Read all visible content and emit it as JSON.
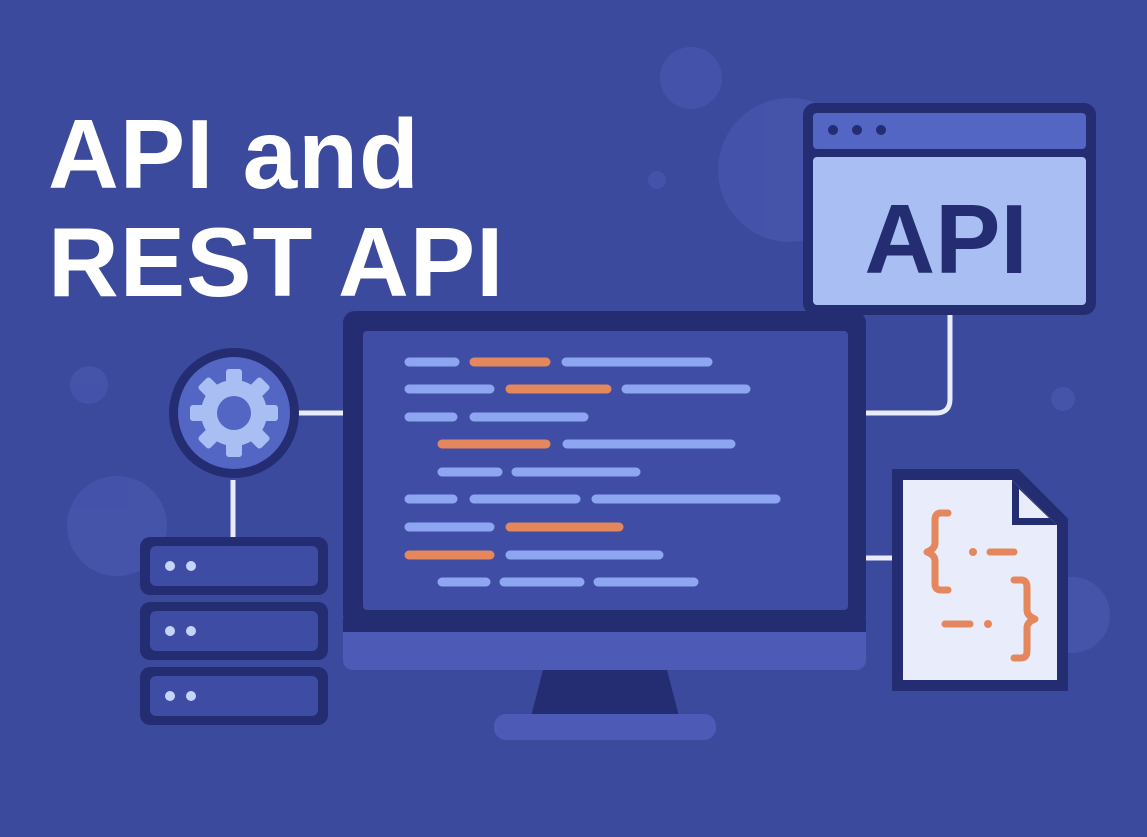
{
  "headline": {
    "line1": "API and",
    "line2": "REST API"
  },
  "api_window": {
    "label": "API"
  },
  "icons": {
    "gear": "gear-icon",
    "servers": "server-stack-icon",
    "json_file": "json-document-icon",
    "monitor": "monitor-icon",
    "browser": "browser-window-icon"
  },
  "colors": {
    "background": "#3c4a9d",
    "outline": "#242d72",
    "code_blue": "#8ea6f2",
    "code_orange": "#e5875c",
    "panel_light": "#a9bef3",
    "white": "#ffffff"
  }
}
